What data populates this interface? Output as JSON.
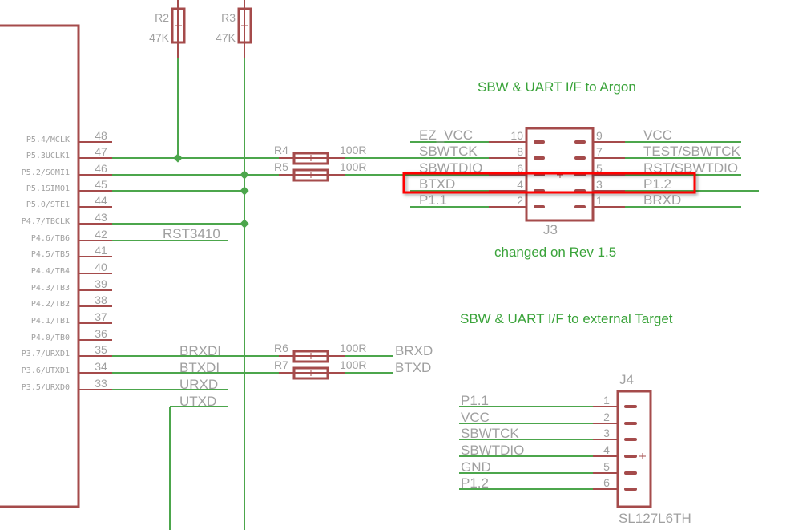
{
  "colors": {
    "net": "#4ca64c",
    "part": "#a54b4b",
    "text": "#a0a0a0",
    "note": "#3aa33a",
    "highlight": "#ff0000"
  },
  "mcu_pins": [
    {
      "num": "48",
      "name": "P5.4/MCLK"
    },
    {
      "num": "47",
      "name": "P5.3UCLK1"
    },
    {
      "num": "46",
      "name": "P5.2/SOMI1"
    },
    {
      "num": "45",
      "name": "P5.1SIMO1"
    },
    {
      "num": "44",
      "name": "P5.0/STE1"
    },
    {
      "num": "43",
      "name": "P4.7/TBCLK"
    },
    {
      "num": "42",
      "name": "P4.6/TB6"
    },
    {
      "num": "41",
      "name": "P4.5/TB5"
    },
    {
      "num": "40",
      "name": "P4.4/TB4"
    },
    {
      "num": "39",
      "name": "P4.3/TB3"
    },
    {
      "num": "38",
      "name": "P4.2/TB2"
    },
    {
      "num": "37",
      "name": "P4.1/TB1"
    },
    {
      "num": "36",
      "name": "P4.0/TB0"
    },
    {
      "num": "35",
      "name": "P3.7/URXD1"
    },
    {
      "num": "34",
      "name": "P3.6/UTXD1"
    },
    {
      "num": "33",
      "name": "P3.5/URXD0"
    }
  ],
  "resistors": {
    "r2": {
      "name": "R2",
      "value": "47K"
    },
    "r3": {
      "name": "R3",
      "value": "47K"
    },
    "r4": {
      "name": "R4",
      "value": "100R"
    },
    "r5": {
      "name": "R5",
      "value": "100R"
    },
    "r6": {
      "name": "R6",
      "value": "100R"
    },
    "r7": {
      "name": "R7",
      "value": "100R"
    }
  },
  "nets": {
    "rst": "RST3410",
    "brxdi": "BRXDI",
    "btxdi": "BTXDI",
    "urxd": "URXD",
    "utxd": "UTXD",
    "brxd": "BRXD",
    "btxd": "BTXD"
  },
  "notes": {
    "argon": "SBW & UART I/F to Argon",
    "changed": "changed on Rev 1.5",
    "external": "SBW & UART I/F to external Target"
  },
  "j3": {
    "name": "J3",
    "left": [
      {
        "num": "10",
        "net": "EZ_VCC"
      },
      {
        "num": "8",
        "net": "SBWTCK"
      },
      {
        "num": "6",
        "net": "SBWTDIO"
      },
      {
        "num": "4",
        "net": "BTXD"
      },
      {
        "num": "2",
        "net": "P1.1"
      }
    ],
    "right": [
      {
        "num": "9",
        "net": "VCC"
      },
      {
        "num": "7",
        "net": "TEST/SBWTCK"
      },
      {
        "num": "5",
        "net": "RST/SBWTDIO"
      },
      {
        "num": "3",
        "net": "P1.2"
      },
      {
        "num": "1",
        "net": "BRXD"
      }
    ]
  },
  "j4": {
    "name": "J4",
    "part": "SL127L6TH",
    "pins": [
      {
        "num": "1",
        "net": "P1.1"
      },
      {
        "num": "2",
        "net": "VCC"
      },
      {
        "num": "3",
        "net": "SBWTCK"
      },
      {
        "num": "4",
        "net": "SBWTDIO"
      },
      {
        "num": "5",
        "net": "GND"
      },
      {
        "num": "6",
        "net": "P1.2"
      }
    ]
  }
}
